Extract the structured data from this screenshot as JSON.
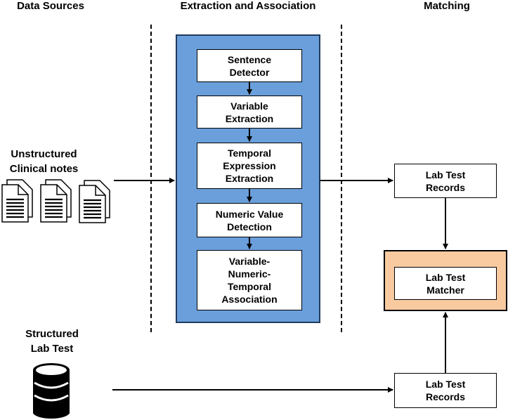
{
  "headers": {
    "data_sources": "Data Sources",
    "extraction": "Extraction and Association",
    "matching": "Matching"
  },
  "sources": {
    "unstructured_label": "Unstructured\nClinical notes",
    "structured_label": "Structured\nLab Test"
  },
  "pipeline": {
    "steps": [
      "Sentence\nDetector",
      "Variable\nExtraction",
      "Temporal\nExpression\nExtraction",
      "Numeric Value\nDetection",
      "Variable-\nNumeric-\nTemporal\nAssociation"
    ]
  },
  "matching": {
    "records_top": "Lab Test\nRecords",
    "matcher": "Lab Test\nMatcher",
    "records_bottom": "Lab Test\nRecords"
  },
  "icons": {
    "document": "document-icon",
    "database": "database-icon"
  },
  "colors": {
    "pipeline_fill": "#6a9fdb",
    "matcher_fill": "#f9caa0"
  }
}
